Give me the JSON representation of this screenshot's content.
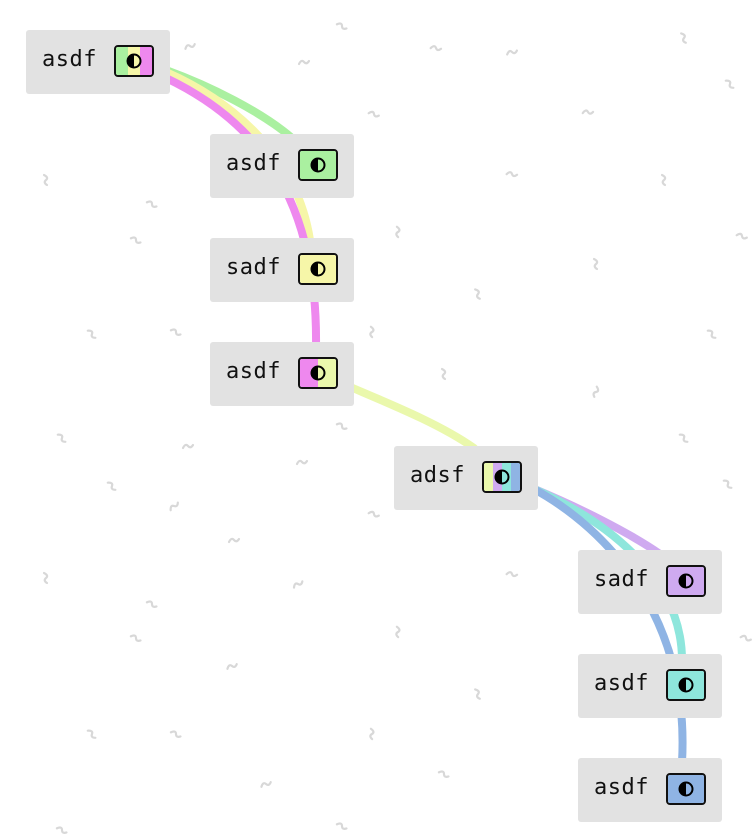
{
  "colors": {
    "pink": "#ee88ee",
    "green": "#aaf0a0",
    "yellow": "#f6f6a8",
    "yellowgreen": "#eaf8ac",
    "purple": "#cfaaf0",
    "teal": "#8ee6dc",
    "blue": "#8fb4e4",
    "node_bg": "#e2e2e2",
    "squiggle": "#d8d8d8"
  },
  "nodes": [
    {
      "id": "n1",
      "label": "asdf",
      "chip": [
        "green",
        "yellow",
        "pink"
      ]
    },
    {
      "id": "n2",
      "label": "asdf",
      "chip": [
        "green"
      ]
    },
    {
      "id": "n3",
      "label": "sadf",
      "chip": [
        "yellow"
      ]
    },
    {
      "id": "n4",
      "label": "asdf",
      "chip": [
        "pink",
        "yellowgreen"
      ]
    },
    {
      "id": "n5",
      "label": "adsf",
      "chip": [
        "yellowgreen",
        "purple",
        "teal",
        "blue"
      ]
    },
    {
      "id": "n6",
      "label": "sadf",
      "chip": [
        "purple"
      ]
    },
    {
      "id": "n7",
      "label": "asdf",
      "chip": [
        "teal"
      ]
    },
    {
      "id": "n8",
      "label": "asdf",
      "chip": [
        "blue"
      ]
    }
  ],
  "edges": [
    {
      "from": "n1",
      "to": "n2",
      "color": "green"
    },
    {
      "from": "n1",
      "to": "n3",
      "color": "yellow"
    },
    {
      "from": "n1",
      "to": "n4",
      "color": "pink"
    },
    {
      "from": "n4",
      "to": "n5",
      "color": "yellowgreen"
    },
    {
      "from": "n5",
      "to": "n6",
      "color": "purple"
    },
    {
      "from": "n5",
      "to": "n7",
      "color": "teal"
    },
    {
      "from": "n5",
      "to": "n8",
      "color": "blue"
    }
  ],
  "icons": {
    "chip_icon": "half-circle-icon",
    "background": "squiggle-icon"
  }
}
